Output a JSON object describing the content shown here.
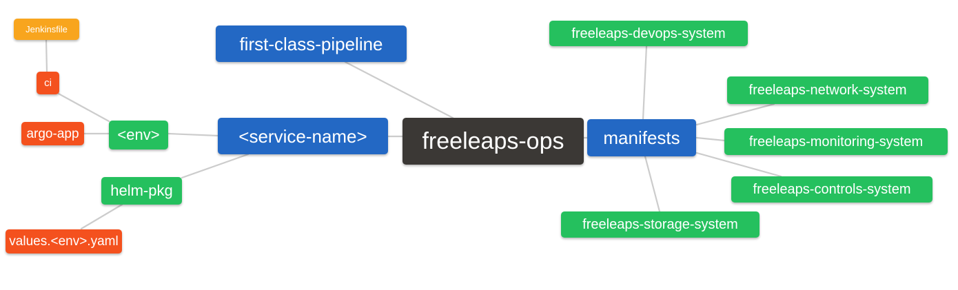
{
  "diagram": {
    "type": "mindmap",
    "root": "freeleaps-ops",
    "palette": {
      "blue": "#2368C4",
      "green": "#25C05E",
      "red": "#F4511E",
      "orange": "#F8A51E",
      "dark": "#3B3835",
      "connector": "#CCCCCC"
    },
    "nodes": {
      "jenkinsfile": {
        "label": "Jenkinsfile",
        "color": "orange"
      },
      "ci": {
        "label": "ci",
        "color": "red"
      },
      "argo_app": {
        "label": "argo-app",
        "color": "red"
      },
      "env": {
        "label": "<env>",
        "color": "green"
      },
      "helm_pkg": {
        "label": "helm-pkg",
        "color": "green"
      },
      "values_env_yaml": {
        "label": "values.<env>.yaml",
        "color": "red"
      },
      "first_class_pipeline": {
        "label": "first-class-pipeline",
        "color": "blue"
      },
      "service_name": {
        "label": "<service-name>",
        "color": "blue"
      },
      "freeleaps_ops": {
        "label": "freeleaps-ops",
        "color": "dark"
      },
      "manifests": {
        "label": "manifests",
        "color": "blue"
      },
      "devops_system": {
        "label": "freeleaps-devops-system",
        "color": "green"
      },
      "network_system": {
        "label": "freeleaps-network-system",
        "color": "green"
      },
      "monitoring_system": {
        "label": "freeleaps-monitoring-system",
        "color": "green"
      },
      "controls_system": {
        "label": "freeleaps-controls-system",
        "color": "green"
      },
      "storage_system": {
        "label": "freeleaps-storage-system",
        "color": "green"
      }
    },
    "edges": [
      [
        "jenkinsfile",
        "ci"
      ],
      [
        "ci",
        "env"
      ],
      [
        "argo_app",
        "env"
      ],
      [
        "env",
        "service_name"
      ],
      [
        "helm_pkg",
        "service_name"
      ],
      [
        "values_env_yaml",
        "helm_pkg"
      ],
      [
        "first_class_pipeline",
        "freeleaps_ops"
      ],
      [
        "service_name",
        "freeleaps_ops"
      ],
      [
        "freeleaps_ops",
        "manifests"
      ],
      [
        "manifests",
        "devops_system"
      ],
      [
        "manifests",
        "network_system"
      ],
      [
        "manifests",
        "monitoring_system"
      ],
      [
        "manifests",
        "controls_system"
      ],
      [
        "manifests",
        "storage_system"
      ]
    ]
  }
}
